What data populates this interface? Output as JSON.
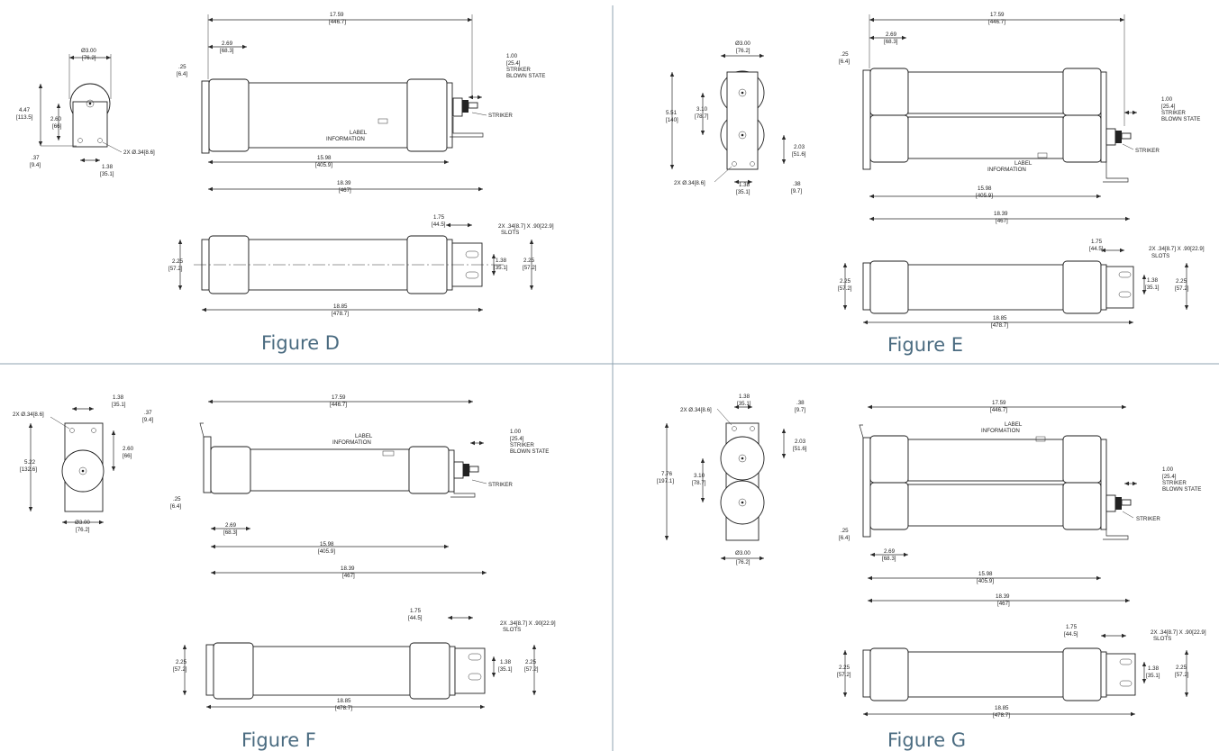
{
  "colors": {
    "caption": "#4a6b80",
    "divider": "#8fa3b1",
    "line": "#2a2a2a"
  },
  "figures": {
    "D": {
      "caption": "Figure D",
      "dims": {
        "diam": "Ø3.00",
        "diam_mm": "[76.2]",
        "h1": "4.47",
        "h1_mm": "[113.5]",
        "h2": "2.60",
        "h2_mm": "[66]",
        "h3": ".37",
        "h3_mm": "[9.4]",
        "holes": "2X Ø.34[8.6]",
        "w": "1.38",
        "w_mm": "[35.1]",
        "overall": "17.59",
        "overall_mm": "[446.7]",
        "end": "2.69",
        "end_mm": "[68.3]",
        "flange": ".25",
        "flange_mm": "[6.4]",
        "striker": "1.00",
        "striker_mm": "[25.4]",
        "striker_l1": "STRIKER",
        "striker_l2": "BLOWN STATE",
        "striker_lbl": "STRIKER",
        "label_l1": "LABEL",
        "label_l2": "INFORMATION",
        "body": "15.98",
        "body_mm": "[405.9]",
        "total": "18.39",
        "total_mm": "[467]",
        "tab": "1.75",
        "tab_mm": "[44.5]",
        "slots": "2X .34[8.7] X .90[22.9]",
        "slots_l2": "SLOTS",
        "dia2": "2.25",
        "dia2_mm": "[57.2]",
        "sp": "1.38",
        "sp_mm": "[35.1]",
        "dia3": "2.25",
        "dia3_mm": "[57.2]",
        "len": "18.85",
        "len_mm": "[478.7]"
      }
    },
    "E": {
      "caption": "Figure E",
      "dims": {
        "diam": "Ø3.00",
        "diam_mm": "[76.2]",
        "h1": "5.51",
        "h1_mm": "[140]",
        "h2": "3.10",
        "h2_mm": "[78.7]",
        "h3": "2.03",
        "h3_mm": "[51.6]",
        "h4": ".38",
        "h4_mm": "[9.7]",
        "holes": "2X Ø.34[8.6]",
        "w": "1.38",
        "w_mm": "[35.1]",
        "overall": "17.59",
        "overall_mm": "[446.7]",
        "end": "2.69",
        "end_mm": "[68.3]",
        "flange": ".25",
        "flange_mm": "[6.4]",
        "striker": "1.00",
        "striker_mm": "[25.4]",
        "striker_l1": "STRIKER",
        "striker_l2": "BLOWN STATE",
        "striker_lbl": "STRIKER",
        "label_l1": "LABEL",
        "label_l2": "INFORMATION",
        "body": "15.98",
        "body_mm": "[405.9]",
        "total": "18.39",
        "total_mm": "[467]",
        "tab": "1.75",
        "tab_mm": "[44.5]",
        "slots": "2X .34[8.7] X .90[22.9]",
        "slots_l2": "SLOTS",
        "dia2": "2.25",
        "dia2_mm": "[57.2]",
        "sp": "1.38",
        "sp_mm": "[35.1]",
        "dia3": "2.25",
        "dia3_mm": "[57.2]",
        "len": "18.85",
        "len_mm": "[478.7]"
      }
    },
    "F": {
      "caption": "Figure F",
      "dims": {
        "diam": "Ø3.00",
        "diam_mm": "[76.2]",
        "h1": "5.22",
        "h1_mm": "[132.6]",
        "h2": "2.60",
        "h2_mm": "[66]",
        "h3": ".37",
        "h3_mm": "[9.4]",
        "holes": "2X Ø.34[8.6]",
        "w": "1.38",
        "w_mm": "[35.1]",
        "overall": "17.59",
        "overall_mm": "[446.7]",
        "end": "2.69",
        "end_mm": "[68.3]",
        "flange": ".25",
        "flange_mm": "[6.4]",
        "striker": "1.00",
        "striker_mm": "[25.4]",
        "striker_l1": "STRIKER",
        "striker_l2": "BLOWN STATE",
        "striker_lbl": "STRIKER",
        "label_l1": "LABEL",
        "label_l2": "INFORMATION",
        "body": "15.98",
        "body_mm": "[405.9]",
        "total": "18.39",
        "total_mm": "[467]",
        "tab": "1.75",
        "tab_mm": "[44.5]",
        "slots": "2X .34[8.7] X .90[22.9]",
        "slots_l2": "SLOTS",
        "dia2": "2.25",
        "dia2_mm": "[57.2]",
        "sp": "1.38",
        "sp_mm": "[35.1]",
        "dia3": "2.25",
        "dia3_mm": "[57.2]",
        "len": "18.85",
        "len_mm": "[478.7]"
      }
    },
    "G": {
      "caption": "Figure G",
      "dims": {
        "diam": "Ø3.00",
        "diam_mm": "[76.2]",
        "h1": "7.76",
        "h1_mm": "[197.1]",
        "h2": "3.10",
        "h2_mm": "[78.7]",
        "h3": "2.03",
        "h3_mm": "[51.6]",
        "h4": ".38",
        "h4_mm": "[9.7]",
        "holes": "2X Ø.34[8.6]",
        "w": "1.38",
        "w_mm": "[35.1]",
        "overall": "17.59",
        "overall_mm": "[446.7]",
        "end": "2.69",
        "end_mm": "[68.3]",
        "flange": ".25",
        "flange_mm": "[6.4]",
        "striker": "1.00",
        "striker_mm": "[25.4]",
        "striker_l1": "STRIKER",
        "striker_l2": "BLOWN STATE",
        "striker_lbl": "STRIKER",
        "label_l1": "LABEL",
        "label_l2": "INFORMATION",
        "body": "15.98",
        "body_mm": "[405.9]",
        "total": "18.39",
        "total_mm": "[467]",
        "tab": "1.75",
        "tab_mm": "[44.5]",
        "slots": "2X .34[8.7] X .90[22.9]",
        "slots_l2": "SLOTS",
        "dia2": "2.25",
        "dia2_mm": "[57.2]",
        "sp": "1.38",
        "sp_mm": "[35.1]",
        "dia3": "2.25",
        "dia3_mm": "[57.2]",
        "len": "18.85",
        "len_mm": "[478.7]"
      }
    }
  }
}
